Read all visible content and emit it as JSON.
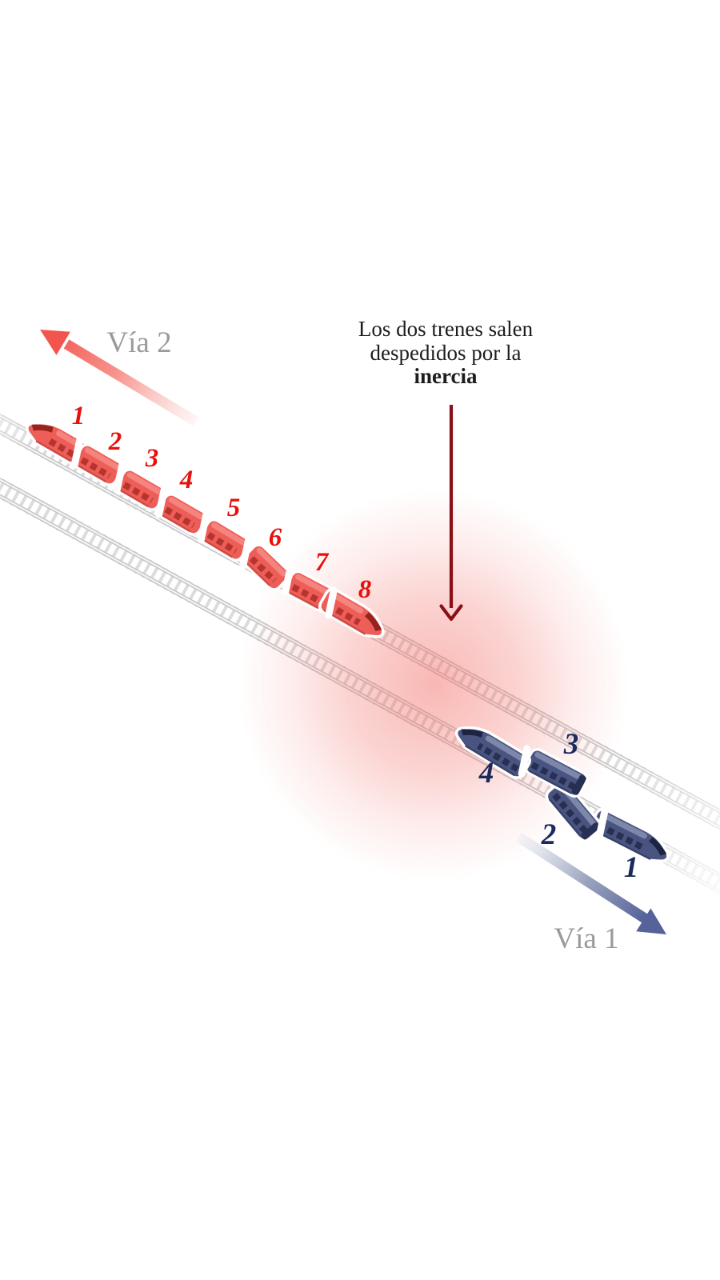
{
  "annotation": {
    "line1": "Los dos trenes salen",
    "line2": "despedidos por la",
    "line3": "inercia",
    "text_color": "#1d1d1b",
    "arrow_color": "#8b0f16"
  },
  "tracks": {
    "via2_label": "Vía 2",
    "via1_label": "Vía 1",
    "label_color": "#9a9a9a",
    "tie_color": "#dcdcdc",
    "rail_color": "#c6c6c6"
  },
  "arrows": {
    "via2_color": "#f2554e",
    "via1_color": "#55639a"
  },
  "glow_color": "#f2716a",
  "red_train": {
    "body_color": "#ee5e58",
    "roof_color": "#f4847d",
    "window_color": "#b7342e",
    "skirt_color": "#d04a44",
    "glass_color": "#97231f",
    "number_color": "#e8100c",
    "cars": [
      "1",
      "2",
      "3",
      "4",
      "5",
      "6",
      "7",
      "8"
    ]
  },
  "blue_train": {
    "body_color": "#4a5480",
    "roof_color": "#7d87aa",
    "window_color": "#272f52",
    "skirt_color": "#39426b",
    "glass_color": "#1c2442",
    "number_color": "#1b2a5c",
    "cars": [
      "1",
      "2",
      "3",
      "4"
    ]
  }
}
